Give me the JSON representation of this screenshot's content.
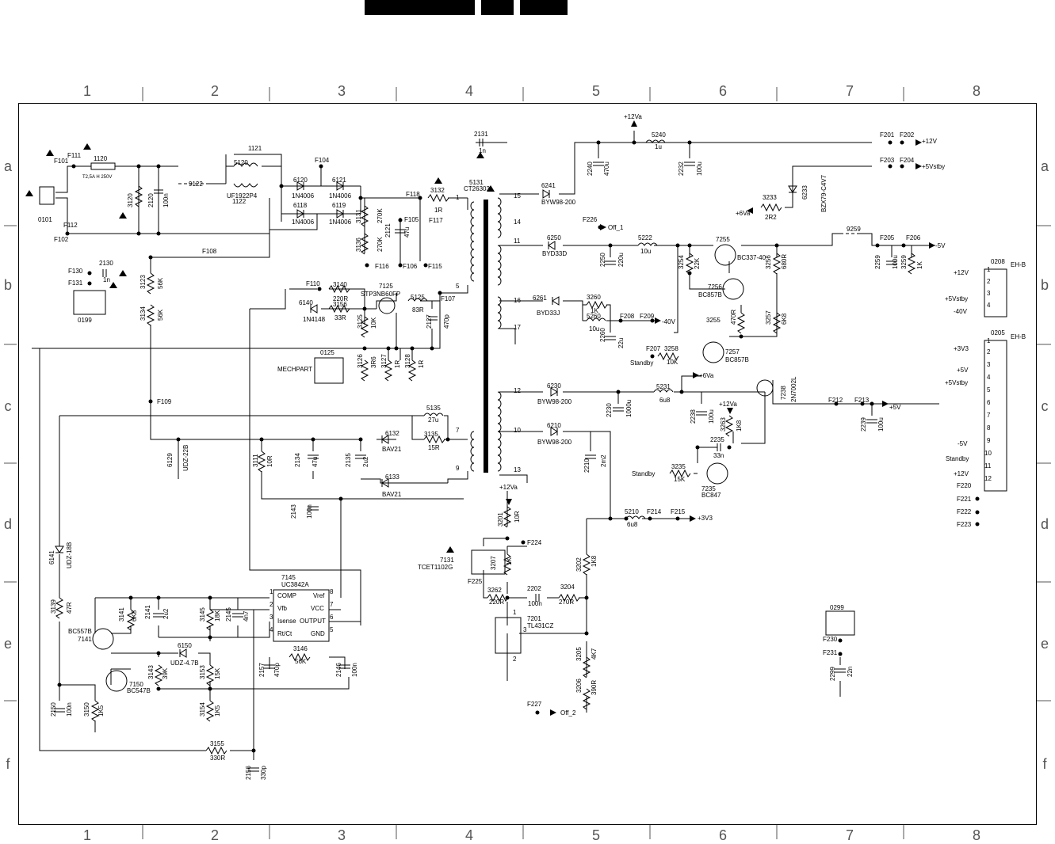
{
  "header": {
    "blocks": [
      "",
      "",
      ""
    ]
  },
  "grid": {
    "columns": [
      "1",
      "2",
      "3",
      "4",
      "5",
      "6",
      "7",
      "8"
    ],
    "rows": [
      "a",
      "b",
      "c",
      "d",
      "e",
      "f"
    ]
  },
  "components": {
    "fuse_label": "1120",
    "fuse_rating": "T2,5A H 250V",
    "t5120": "5120",
    "tr_label": "UF1922P4",
    "t1122": "1122",
    "t1121": "1121",
    "d6120": "6120",
    "d6121": "6121",
    "d6118": "6118",
    "d6119": "6119",
    "d_type": "1N4006",
    "r3120": "3120",
    "c2120": "2120",
    "c2120v": "100n",
    "l9122": "9122",
    "p0101": "0101",
    "c2130": "2130",
    "c2130v": "1n",
    "m0199": "0199",
    "r3123": "3123",
    "r3123v": "56K",
    "r3134": "3134",
    "r3134v": "56K",
    "r3131": "3131",
    "r3131v": "270K",
    "r3136": "3136",
    "r3136v": "270K",
    "c2121": "2121",
    "c2121v": "47u",
    "r3132": "3132",
    "r3132v": "1R",
    "t5131": "5131",
    "t5131v": "CT26303",
    "c2131": "2131",
    "c2131v": "1n",
    "q7125": "7125",
    "q7125v": "STP3NB60FP",
    "r3140": "3140",
    "r3140v": "220R",
    "r3156": "3156",
    "r3156v": "33R",
    "d6140": "6140",
    "d6140v": "1N4148",
    "l5125": "5125",
    "l5125v": "83R",
    "c2127": "2127",
    "c2127v": "470p",
    "r3125": "3125",
    "r3125v": "10K",
    "m0125": "0125",
    "m0125v": "MECHPART",
    "r3126": "3126",
    "r3126v": "3R6",
    "r3127": "3127",
    "r3127v": "1R",
    "r3128": "3128",
    "r3128v": "1R",
    "l5135": "5135",
    "l5135v": "27u",
    "r3135": "3135",
    "r3135v": "15R",
    "d6132": "6132",
    "d6133": "6133",
    "bav": "BAV21",
    "z6129": "6129",
    "z6129v": "UDZ-22B",
    "r3111": "3111",
    "r3111v": "10R",
    "c2134": "2134",
    "c2134v": "47u",
    "c2135": "2135",
    "c2135v": "2u2",
    "c2143": "2143",
    "c2143v": "100n",
    "z6141": "6141",
    "z6141v": "UDZ-18B",
    "r3139": "3139",
    "r3139v": "47R",
    "q7141": "7141",
    "q7141v": "BC557B",
    "r3141": "3141",
    "r3141v": "6K8",
    "c2141": "2141",
    "c2141v": "2u2",
    "r3145": "3145",
    "r3145v": "18K",
    "c2145": "2145",
    "c2145v": "4n7",
    "ic7145": "7145",
    "ic7145v": "UC3842A",
    "pin_comp": "COMP",
    "pin_vfb": "Vfb",
    "pin_isense": "Isense",
    "pin_rtct": "Rt/Ct",
    "pin_vref": "Vref",
    "pin_vcc": "VCC",
    "pin_output": "OUTPUT",
    "pin_gnd": "GND",
    "z6150": "6150",
    "z6150v": "UDZ-4.7B",
    "q7150": "7150",
    "q7150v": "BC547B",
    "r3143": "3143",
    "r3143v": "39K",
    "r3153": "3153",
    "r3153v": "15K",
    "r3146": "3146",
    "r3146v": "56K",
    "c2157": "2157",
    "c2157v": "470p",
    "c2146": "2146",
    "c2146v": "100n",
    "c2150": "2150",
    "c2150v": "100n",
    "r3150": "3150",
    "r3150v": "1K5",
    "r3154": "3154",
    "r3154v": "1K5",
    "r3155": "3155",
    "r3155v": "330R",
    "c2156": "2156",
    "c2156v": "330p",
    "d6241": "6241",
    "d6241v": "BYW98-200",
    "c2240": "2240",
    "c2240v": "470u",
    "l5240": "5240",
    "l5240v": "1u",
    "c2232": "2232",
    "c2232v": "100u",
    "r3233": "3233",
    "r3233v": "2R2",
    "z6233": "6233",
    "z6233v": "BZX79-C4V7",
    "d6250": "6250",
    "d6250v": "BYD33D",
    "l5222": "5222",
    "l5222v": "10u",
    "c2250": "2250",
    "c2250v": "220u",
    "q7255": "7255",
    "q7255v": "BC337-40",
    "r3254": "3254",
    "r3254v": "22K",
    "r3256": "3256",
    "r3256v": "680R",
    "q7256": "7256",
    "q7256v": "BC857B",
    "l9259": "9259",
    "c2259": "2259",
    "c2259v": "100u",
    "r3259": "3259",
    "r3259v": "1K",
    "d6261": "6261",
    "d6261v": "BYD33J",
    "r3260": "3260",
    "r3260v": "1K",
    "l5260": "5260",
    "l5260v": "10u",
    "c2260": "2260",
    "c2260v": "22u",
    "r3255": "3255",
    "r3255v": "470R",
    "r3257": "3257",
    "r3257v": "6K8",
    "r3258": "3258",
    "r3258v": "10K",
    "q7257": "7257",
    "q7257v": "BC857B",
    "d6230": "6230",
    "d6230v": "BYW98-200",
    "c2230": "2230",
    "c2230v": "1000u",
    "l5231": "5231",
    "l5231v": "6u8",
    "c2238": "2238",
    "c2238v": "100u",
    "q7238": "7238",
    "q7238v": "2N7002L",
    "r3263": "3263",
    "r3263v": "1K8",
    "c2235": "2235",
    "c2235v": "33n",
    "r3235": "3235",
    "r3235v": "15K",
    "q7235": "7235",
    "q7235v": "BC847",
    "c2239": "2239",
    "c2239v": "100u",
    "d6210": "6210",
    "d6210v": "BYW98-200",
    "c2210": "2210",
    "c2210v": "2m2",
    "l5210": "5210",
    "l5210v": "6u8",
    "r3201": "3201",
    "r3201v": "10R",
    "oc7131": "7131",
    "oc7131v": "TCET1102G",
    "r3207": "3207",
    "r3207v": "1K",
    "r3202": "3202",
    "r3202v": "1K8",
    "r3262": "3262",
    "r3262v": "220R",
    "c2202": "2202",
    "c2202v": "100n",
    "r3204": "3204",
    "r3204v": "270R",
    "ic7201": "7201",
    "ic7201v": "TL431CZ",
    "r3205": "3205",
    "r3205v": "4K7",
    "r3206": "3206",
    "r3206v": "390R",
    "m0299": "0299",
    "c2299": "2299",
    "c2299v": "22n",
    "con0208": "0208",
    "con0205": "0205",
    "con_type": "EH-B"
  },
  "nets": {
    "f101": "F101",
    "f111": "F111",
    "f102": "F102",
    "f112": "F112",
    "f104": "F104",
    "f108": "F108",
    "f130": "F130",
    "f131": "F131",
    "f118": "F118",
    "f117": "F117",
    "f105": "F105",
    "f116": "F116",
    "f106": "F106",
    "f115": "F115",
    "f110": "F110",
    "f107": "F107",
    "f109": "F109",
    "f201": "F201",
    "f202": "F202",
    "f203": "F203",
    "f204": "F204",
    "f205": "F205",
    "f206": "F206",
    "f226": "F226",
    "f208": "F208",
    "f209": "F209",
    "f207": "F207",
    "f212": "F212",
    "f213": "F213",
    "f214": "F214",
    "f215": "F215",
    "f224": "F224",
    "f225": "F225",
    "f227": "F227",
    "f220": "F220",
    "f221": "F221",
    "f222": "F222",
    "f223": "F223",
    "f230": "F230",
    "f231": "F231",
    "p12va": "+12Va",
    "p12v": "+12V",
    "p5vstby": "+5Vstby",
    "p6va": "+6Va",
    "m5v": "-5V",
    "m40v": "-40V",
    "p5v": "+5V",
    "p3v3": "+3V3",
    "off1": "Off_1",
    "off2": "Off_2",
    "standby": "Standby"
  },
  "pins": {
    "p1": "1",
    "p2": "2",
    "p3": "3",
    "p4": "4",
    "p5": "5",
    "p6": "6",
    "p7": "7",
    "p8": "8",
    "p9": "9",
    "p10": "10",
    "p11": "11",
    "p12": "12",
    "p13": "13",
    "p14": "14",
    "p15": "15",
    "p16": "16",
    "p17": "17"
  },
  "connector_0208": [
    {
      "pin": "1",
      "signal": "+12V"
    },
    {
      "pin": "2",
      "signal": ""
    },
    {
      "pin": "3",
      "signal": "+5Vstby"
    },
    {
      "pin": "4",
      "signal": "-40V"
    }
  ],
  "connector_0205": [
    {
      "pin": "1",
      "signal": "+3V3"
    },
    {
      "pin": "2",
      "signal": ""
    },
    {
      "pin": "3",
      "signal": "+5V"
    },
    {
      "pin": "4",
      "signal": "+5Vstby"
    },
    {
      "pin": "5",
      "signal": ""
    },
    {
      "pin": "6",
      "signal": ""
    },
    {
      "pin": "7",
      "signal": ""
    },
    {
      "pin": "8",
      "signal": ""
    },
    {
      "pin": "9",
      "signal": "-5V"
    },
    {
      "pin": "10",
      "signal": "Standby"
    },
    {
      "pin": "11",
      "signal": ""
    },
    {
      "pin": "12",
      "signal": "+12V"
    }
  ]
}
